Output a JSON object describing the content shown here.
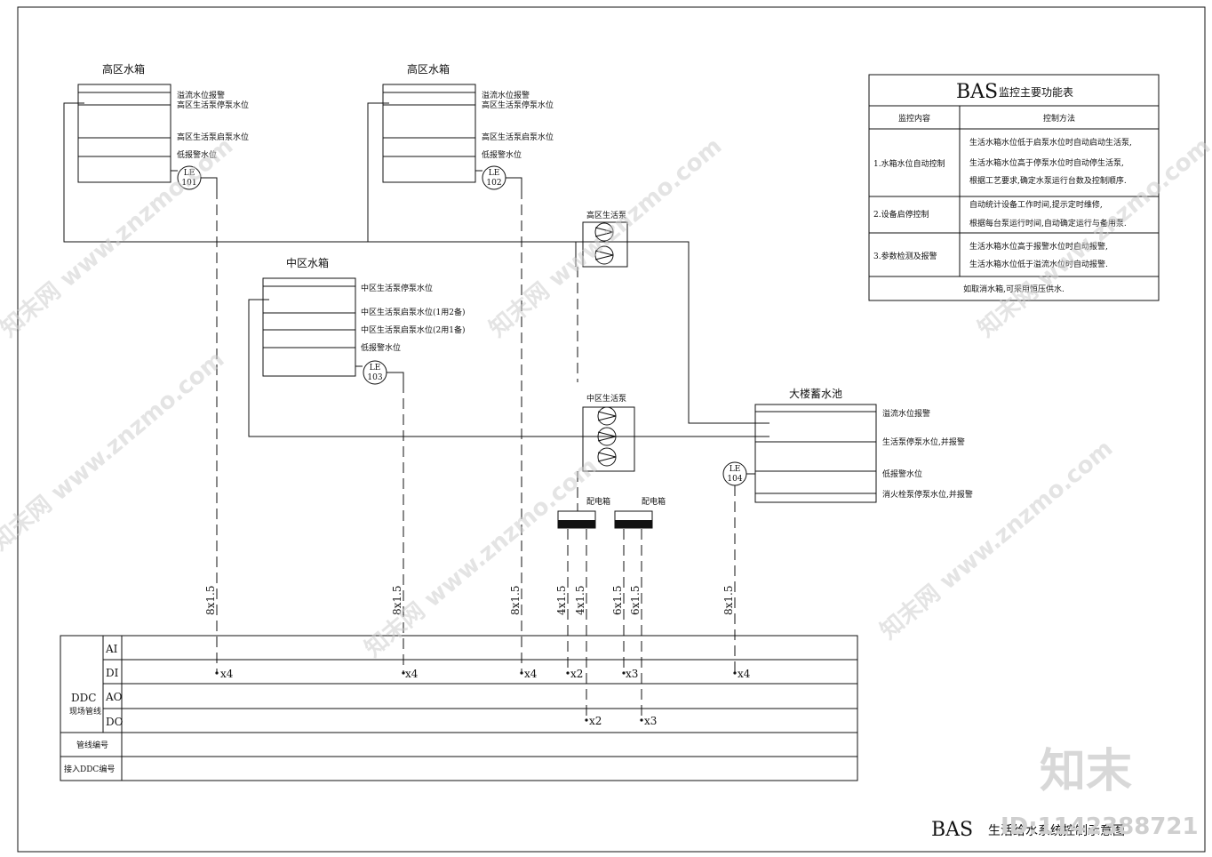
{
  "tanks": {
    "high_a": {
      "title": "高区水箱",
      "rows": [
        "溢流水位报警",
        "高区生活泵停泵水位",
        "高区生活泵启泵水位",
        "低报警水位"
      ],
      "sensor": [
        "LE",
        "101"
      ]
    },
    "high_b": {
      "title": "高区水箱",
      "rows": [
        "溢流水位报警",
        "高区生活泵停泵水位",
        "高区生活泵启泵水位",
        "低报警水位"
      ],
      "sensor": [
        "LE",
        "102"
      ]
    },
    "mid": {
      "title": "中区水箱",
      "rows": [
        "中区生活泵停泵水位",
        "中区生活泵启泵水位(1用2备)",
        "中区生活泵启泵水位(2用1备)",
        "低报警水位"
      ],
      "sensor": [
        "LE",
        "103"
      ]
    },
    "pool": {
      "title": "大楼蓄水池",
      "rows": [
        "溢流水位报警",
        "生活泵停泵水位,并报警",
        "低报警水位",
        "消火栓泵停泵水位,并报警"
      ],
      "sensor": [
        "LE",
        "104"
      ]
    }
  },
  "pumps": {
    "high": "高区生活泵",
    "mid": "中区生活泵"
  },
  "boxes": {
    "left": "配电箱",
    "right": "配电箱"
  },
  "cables": [
    "8x1.5",
    "8x1.5",
    "8x1.5",
    "4x1.5",
    "4x1.5",
    "6x1.5",
    "6x1.5",
    "8x1.5"
  ],
  "bas_table": {
    "title_a": "BAS",
    "title_b": "监控主要功能表",
    "headers": [
      "监控内容",
      "控制方法"
    ],
    "rows": [
      {
        "item": "1.水箱水位自动控制",
        "lines": [
          "生活水箱水位低于启泵水位时自动启动生活泵,",
          "生活水箱水位高于停泵水位时自动停生活泵,",
          "根据工艺要求,确定水泵运行台数及控制顺序."
        ]
      },
      {
        "item": "2.设备启停控制",
        "lines": [
          "自动统计设备工作时间,提示定时维修,",
          "根据每台泵运行时间,自动确定运行与备用泵."
        ]
      },
      {
        "item": "3.参数检测及报警",
        "lines": [
          "生活水箱水位高于报警水位时自动报警,",
          "生活水箱水位低于溢流水位时自动报警."
        ]
      }
    ],
    "footer": "如取消水箱,可采用恒压供水."
  },
  "ddc": {
    "label": "DDC",
    "sublabel": "现场管线",
    "rows": [
      "AI",
      "DI",
      "AO",
      "DO"
    ],
    "pipe_no": "管线编号",
    "ddc_no": "接入DDC编号",
    "di_counts": [
      "x4",
      "x4",
      "x4",
      "x2",
      "x3",
      "x4"
    ],
    "do_counts": [
      "x2",
      "x3"
    ]
  },
  "drawing_title": {
    "a": "BAS",
    "b": "生活给水系统控制示意图"
  },
  "watermark": {
    "text": "知末网 www.znzmo.com",
    "brand": "知末",
    "id": "ID:1142388721"
  }
}
